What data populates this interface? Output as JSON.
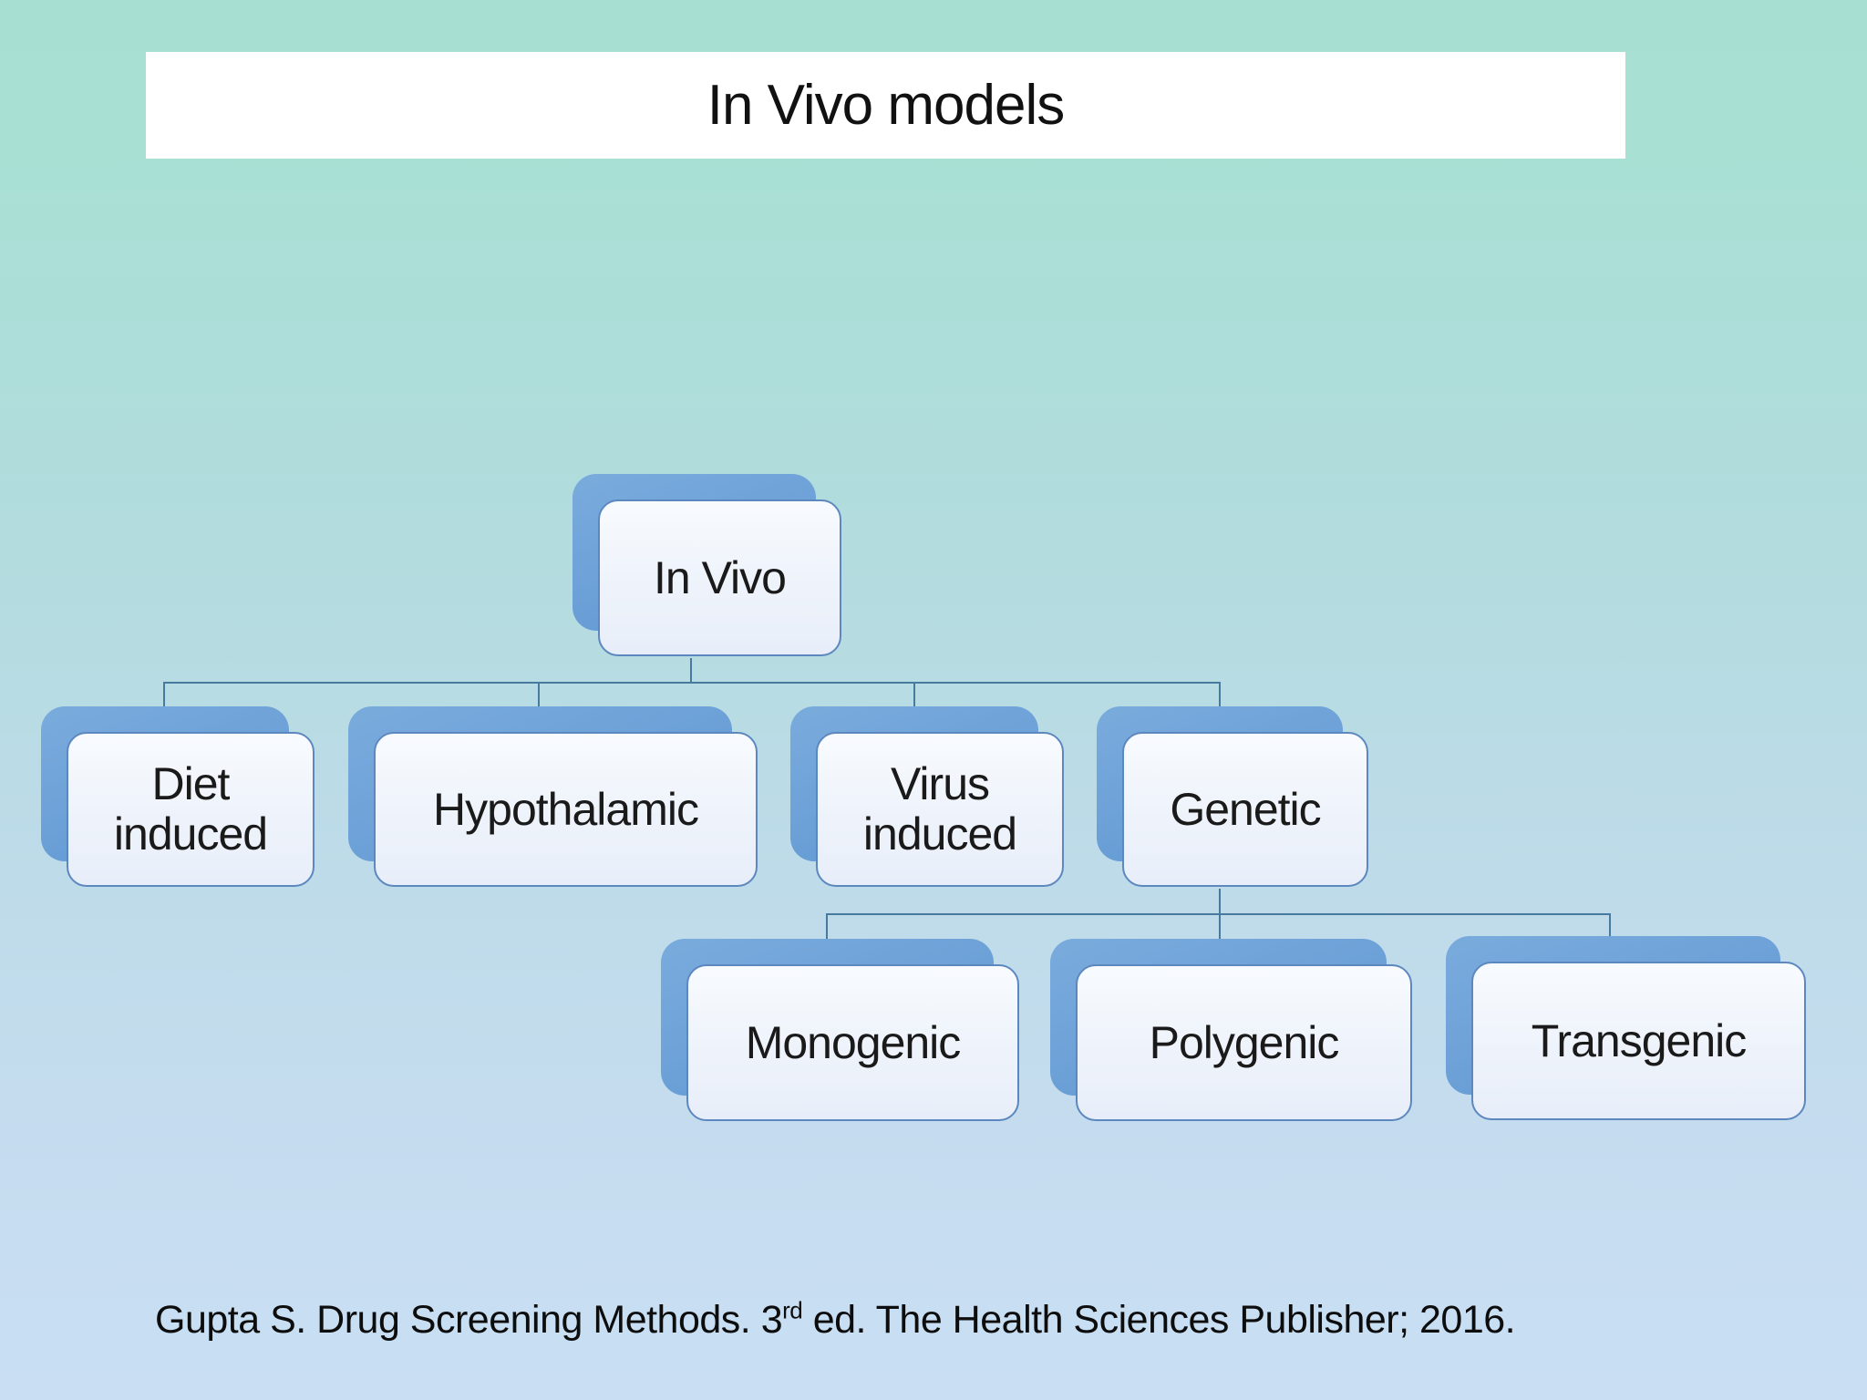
{
  "slide": {
    "title": "In Vivo models",
    "citation": {
      "prefix": "Gupta S. Drug Screening Methods. 3",
      "superscript": "rd",
      "suffix": " ed. The Health Sciences Publisher; 2016."
    }
  },
  "diagram": {
    "type": "hierarchy",
    "root": {
      "label": "In Vivo"
    },
    "level1": [
      {
        "label": "Diet\ninduced"
      },
      {
        "label": "Hypothalamic"
      },
      {
        "label": "Virus\ninduced"
      },
      {
        "label": "Genetic"
      }
    ],
    "level2_parent": "Genetic",
    "level2": [
      {
        "label": "Monogenic"
      },
      {
        "label": "Polygenic"
      },
      {
        "label": "Transgenic"
      }
    ]
  },
  "colors": {
    "background_top": "#a7e0d3",
    "background_bottom": "#c9def2",
    "node_back_blue": "#6ba0d7",
    "node_face": "#eef3fb",
    "node_border": "#5d88bf",
    "connector": "#48799f",
    "title_bar": "#ffffff",
    "text": "#1a1a1a"
  }
}
